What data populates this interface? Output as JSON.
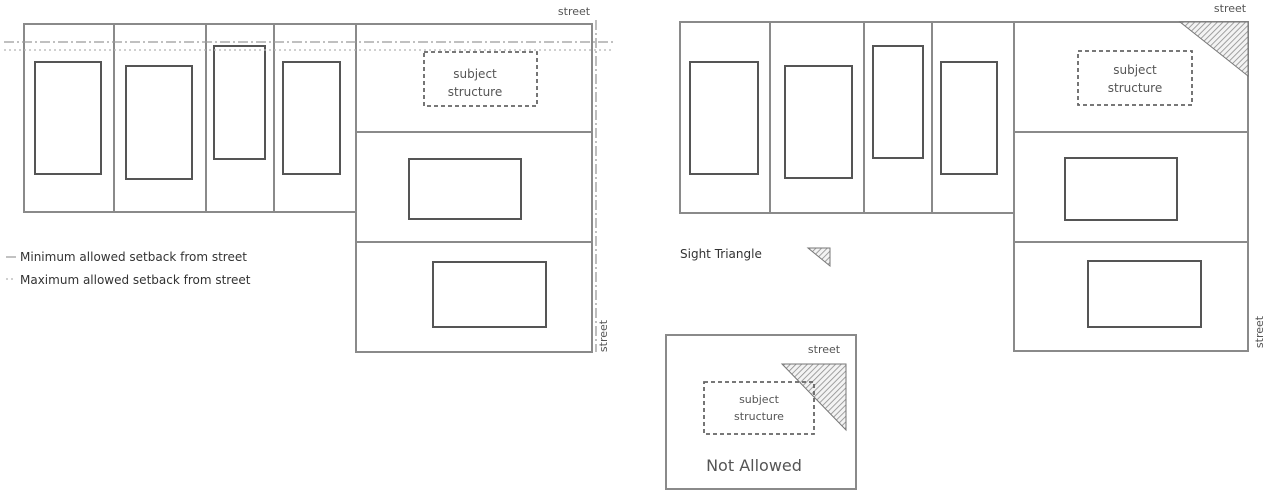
{
  "street_label": "street",
  "subject_line1": "subject",
  "subject_line2": "structure",
  "legend": {
    "minimum": "Minimum allowed setback from street",
    "maximum": "Maximum allowed setback from street",
    "sight_triangle": "Sight Triangle"
  },
  "not_allowed": "Not Allowed"
}
